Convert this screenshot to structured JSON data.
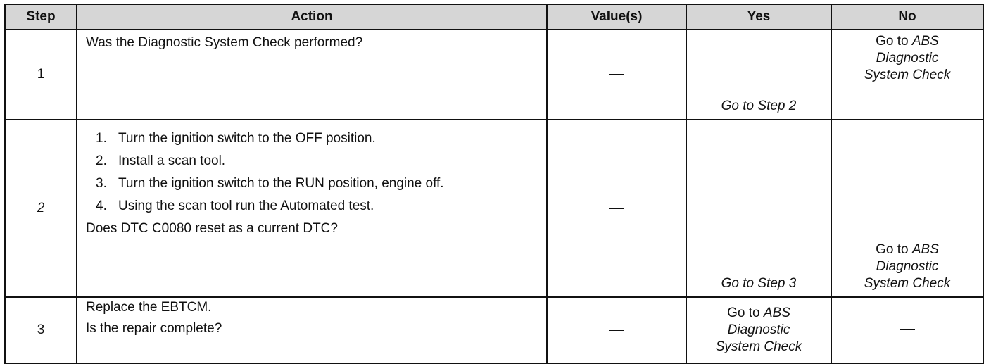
{
  "table": {
    "headers": {
      "step": "Step",
      "action": "Action",
      "values": "Value(s)",
      "yes": "Yes",
      "no": "No"
    },
    "rows": [
      {
        "step": "1",
        "action_lines": [
          "Was the Diagnostic System Check performed?"
        ],
        "value": "—",
        "yes": {
          "prefix": "",
          "link": "Go to Step 2",
          "link_rest": ""
        },
        "no": {
          "prefix": "Go to ",
          "link": "ABS",
          "link_rest": "Diagnostic System Check"
        }
      },
      {
        "step": "2",
        "action_steps": [
          "Turn the ignition switch to the OFF position.",
          "Install a scan tool.",
          "Turn the ignition switch to the RUN position, engine off.",
          "Using the scan tool run the Automated test."
        ],
        "action_question": "Does DTC C0080 reset as a current DTC?",
        "value": "—",
        "yes": {
          "prefix": "",
          "link": "Go to Step 3",
          "link_rest": ""
        },
        "no": {
          "prefix": "Go to ",
          "link": "ABS",
          "link_rest": "Diagnostic System Check"
        }
      },
      {
        "step": "3",
        "action_lines": [
          "Replace the EBTCM.",
          "Is the repair complete?"
        ],
        "value": "—",
        "yes": {
          "prefix": "Go to ",
          "link": "ABS",
          "link_rest": "Diagnostic System Check"
        },
        "no": "—"
      }
    ]
  }
}
